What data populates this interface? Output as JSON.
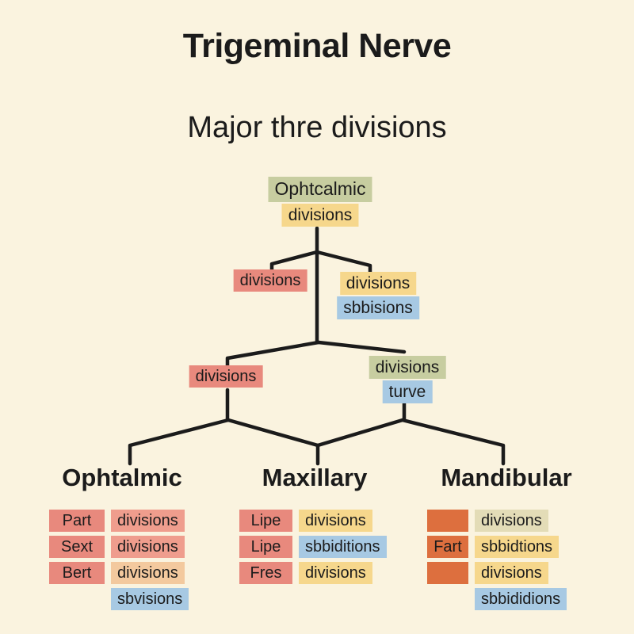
{
  "title": "Trigeminal Nerve",
  "subtitle": "Major thre divisions",
  "palette": {
    "background": "#FAF3DF",
    "ink": "#1B1B1B",
    "green": "#C7CDA0",
    "yellow": "#F6D78C",
    "salmon": "#E8897D",
    "salmon_light": "#EF9D8D",
    "peach": "#F3C99E",
    "blue": "#A7C9E3",
    "orange": "#DD6F3E",
    "tan": "#E3DCB7"
  },
  "tree": {
    "root_top": "Ophtcalmic",
    "root_bottom": "divisions",
    "l1_left": "divisions",
    "l1_right_top": "divisions",
    "l1_right_bottom": "sbbisions",
    "l2_left": "divisions",
    "l2_right_top": "divisions",
    "l2_right_bottom": "turve"
  },
  "columns": [
    {
      "heading": "Ophtalmic",
      "rows": [
        {
          "left": "Part",
          "leftColor": "salmon",
          "right": "divisions",
          "rightColor": "salmon_light"
        },
        {
          "left": "Sext",
          "leftColor": "salmon",
          "right": "divisions",
          "rightColor": "salmon_light"
        },
        {
          "left": "Bert",
          "leftColor": "salmon",
          "right": "divisions",
          "rightColor": "peach"
        },
        {
          "left": null,
          "right": "sbvisions",
          "rightColor": "blue"
        }
      ]
    },
    {
      "heading": "Maxillary",
      "rows": [
        {
          "left": "Lipe",
          "leftColor": "salmon",
          "right": "divisions",
          "rightColor": "yellow"
        },
        {
          "left": "Lipe",
          "leftColor": "salmon",
          "right": "sbbiditions",
          "rightColor": "blue"
        },
        {
          "left": "Fres",
          "leftColor": "salmon",
          "right": "divisions",
          "rightColor": "yellow"
        }
      ]
    },
    {
      "heading": "Mandibular",
      "rows": [
        {
          "left": "",
          "leftColor": "orange",
          "right": "divisions",
          "rightColor": "tan"
        },
        {
          "left": "Fart",
          "leftColor": "orange",
          "right": "sbbidtions",
          "rightColor": "yellow"
        },
        {
          "left": "",
          "leftColor": "orange",
          "right": "divisions",
          "rightColor": "yellow"
        },
        {
          "left": null,
          "right": "sbbididions",
          "rightColor": "blue"
        }
      ]
    }
  ]
}
